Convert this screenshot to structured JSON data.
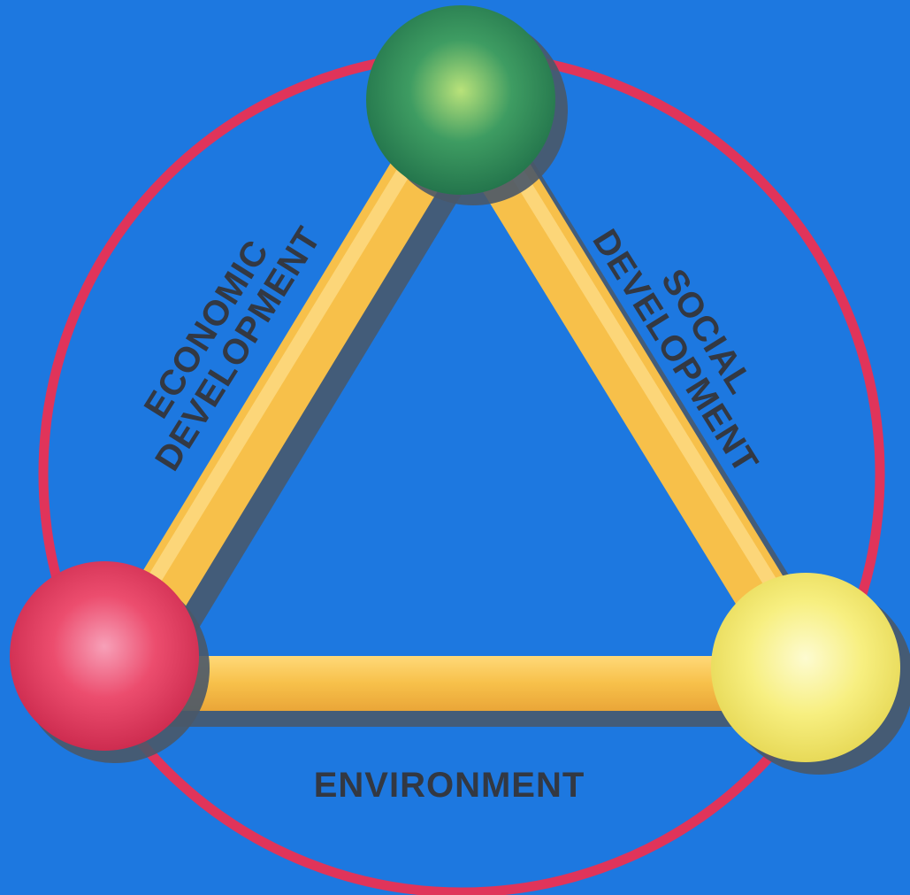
{
  "diagram": {
    "labels": {
      "economic_line1": "ECONOMIC",
      "economic_line2": "DEVELOPMENT",
      "social_line1": "SOCIAL",
      "social_line2": "DEVELOPMENT",
      "environment": "ENVIRONMENT"
    },
    "colors": {
      "background": "#1d78e0",
      "ring": "#e0345a",
      "bars": "#f7c04a",
      "bar_shadow": "#4a5868",
      "node_top": "#2e8a5a",
      "node_left": "#e8405e",
      "node_right": "#f4ec70",
      "label_text": "#333842"
    }
  }
}
